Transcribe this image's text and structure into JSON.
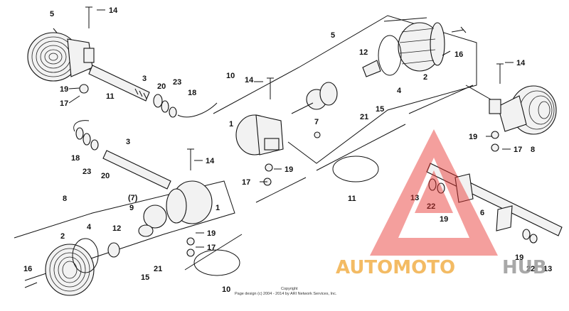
{
  "callouts": {
    "c1": "14",
    "c2": "5",
    "c3": "19",
    "c4": "17",
    "c5": "3",
    "c6": "20",
    "c7": "23",
    "c8": "18",
    "c9": "11",
    "c10": "10",
    "c11": "14",
    "c12": "5",
    "c13": "12",
    "c14": "2",
    "c15": "16",
    "c16": "4",
    "c17": "1",
    "c18": "7",
    "c19": "21",
    "c20": "15",
    "c21": "14",
    "c22": "19",
    "c23": "17",
    "c24": "8",
    "c25": "18",
    "c26": "23",
    "c27": "20",
    "c28": "3",
    "c29": "14",
    "c30": "19",
    "c31": "17",
    "c32": "11",
    "c33": "8",
    "c34": "(7)",
    "c35": "9",
    "c36": "1",
    "c37": "2",
    "c38": "4",
    "c39": "12",
    "c40": "16",
    "c41": "15",
    "c42": "21",
    "c43": "19",
    "c44": "17",
    "c45": "10",
    "c46": "13",
    "c47": "22",
    "c48": "19",
    "c49": "6",
    "c50": "19",
    "c51": "22",
    "c52": "13"
  },
  "copyright": {
    "line1": "Copyright",
    "line2": "Page design (c) 2004 - 2014 by ARI Network Services, Inc."
  },
  "watermark": {
    "part1": "AUTOMOTO",
    "part2": "HUB",
    "color1": "#f2b04a",
    "color2": "#999999",
    "triangle_color": "#e8322d"
  }
}
